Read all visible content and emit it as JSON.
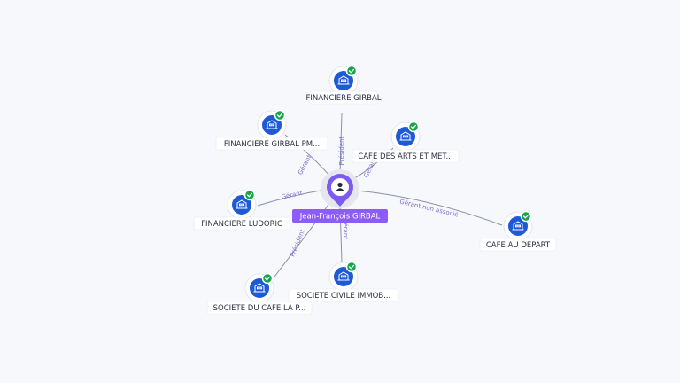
{
  "center": {
    "label": "Jean-François GIRBAL",
    "icon": "person-icon",
    "color": "#8b5cf6"
  },
  "companies": [
    {
      "label": "FINANCIERE GIRBAL",
      "relation": "Président",
      "icon": "building-icon",
      "status": "check-icon"
    },
    {
      "label": "FINANCIERE GIRBAL PM...",
      "relation": "Gérant",
      "icon": "building-icon",
      "status": "check-icon"
    },
    {
      "label": "CAFE DES ARTS ET MET...",
      "relation": "Gérant",
      "icon": "building-icon",
      "status": "check-icon"
    },
    {
      "label": "FINANCIERE LUDORIC",
      "relation": "Gérant",
      "icon": "building-icon",
      "status": "check-icon"
    },
    {
      "label": "CAFE AU DEPART",
      "relation": "Gérant non associé",
      "icon": "building-icon",
      "status": "check-icon"
    },
    {
      "label": "SOCIETE DU CAFE LA P...",
      "relation": "Président",
      "icon": "building-icon",
      "status": "check-icon"
    },
    {
      "label": "SOCIETE CIVILE IMMOB...",
      "relation": "Gérant",
      "icon": "building-icon",
      "status": "check-icon"
    }
  ],
  "colors": {
    "company": "#1e5ad6",
    "active": "#16a34a",
    "edge_label": "#7a6fd6"
  }
}
